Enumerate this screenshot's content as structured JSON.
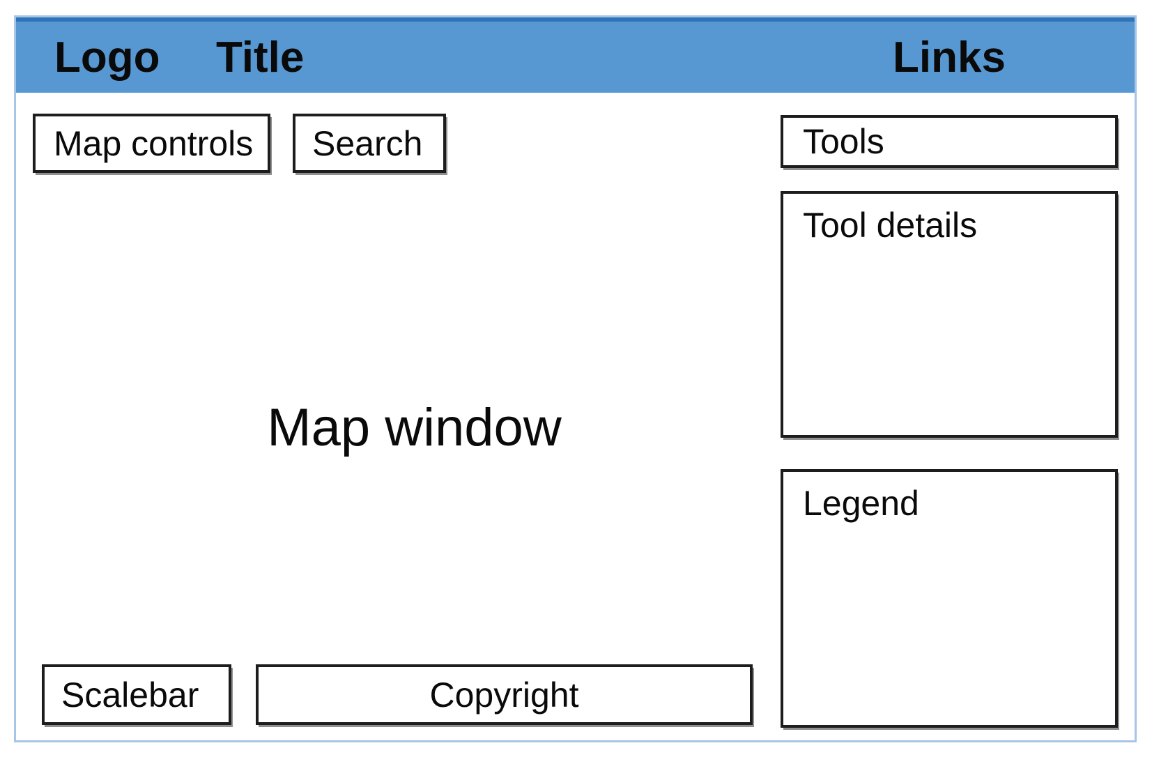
{
  "header": {
    "logo": "Logo",
    "title": "Title",
    "links": "Links"
  },
  "panels": {
    "map_controls": "Map controls",
    "search": "Search",
    "map_window": "Map window",
    "tools": "Tools",
    "tool_details": "Tool details",
    "legend": "Legend",
    "scalebar": "Scalebar",
    "copyright": "Copyright"
  },
  "colors": {
    "header_bg": "#5798d2",
    "header_top_border": "#2e74b6",
    "frame_border": "#a6c5e7",
    "box_border": "#1d1d1d",
    "box_shadow": "#8f8f8f",
    "text": "#0a0a0a"
  }
}
